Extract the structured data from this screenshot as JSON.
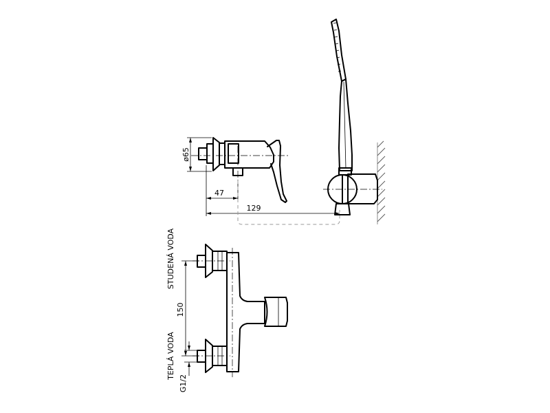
{
  "dimensions": {
    "diameter": "ø65",
    "depth": "47",
    "projection": "129",
    "spacing": "150",
    "thread": "G1/2"
  },
  "labels": {
    "cold_water": "STUDENÁ VODA",
    "hot_water": "TEPLÁ VODA"
  }
}
